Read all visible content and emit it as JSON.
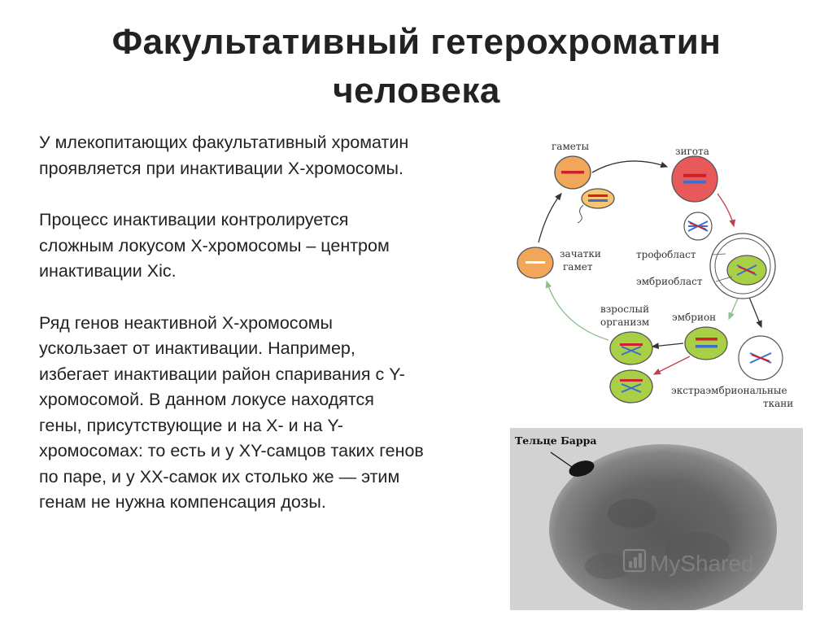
{
  "slide": {
    "title_line1": "Факультативный гетерохроматин",
    "title_line2": "человека",
    "paragraphs": [
      "У млекопитающих факультативный хроматин\nпроявляется при инактивации Х-хромосомы.",
      "Процесс инактивации контролируется\nсложным локусом Х-хромосомы – центром\nинактивации Xic.",
      "Ряд генов неактивной Х-хромосомы\nускользает от инактивации. Например,\nизбегает инактивации район спаривания с Y-\nхромосомой. В данном локусе находятся\nгены, присутствующие и на Х- и на Y-\nхромосомах: то есть и у XY-самцов таких генов\nпо паре, и у ХХ-самок их столько же — этим\nгенам не нужна компенсация дозы."
    ]
  },
  "diagram": {
    "labels": {
      "gametes": "гаметы",
      "zygote": "зигота",
      "primordia_1": "зачатки",
      "primordia_2": "гамет",
      "trophoblast": "трофобласт",
      "embryoblast": "эмбриобласт",
      "adult_1": "взрослый",
      "adult_2": "организм",
      "embryo": "эмбрион",
      "extra_1": "экстраэмбриональные",
      "extra_2": "ткани"
    },
    "colors": {
      "orange_cell": "#f2a65a",
      "red_cell": "#e85a5a",
      "green_cell": "#a8cf45",
      "red_bar": "#d0202a",
      "blue_bar": "#3a6fd0",
      "arrow_red": "#c0404a",
      "arrow_green": "#8cc08c",
      "arrow_dark": "#333333"
    }
  },
  "photo": {
    "label": "Тельце Барра",
    "watermark": "MyShared"
  }
}
